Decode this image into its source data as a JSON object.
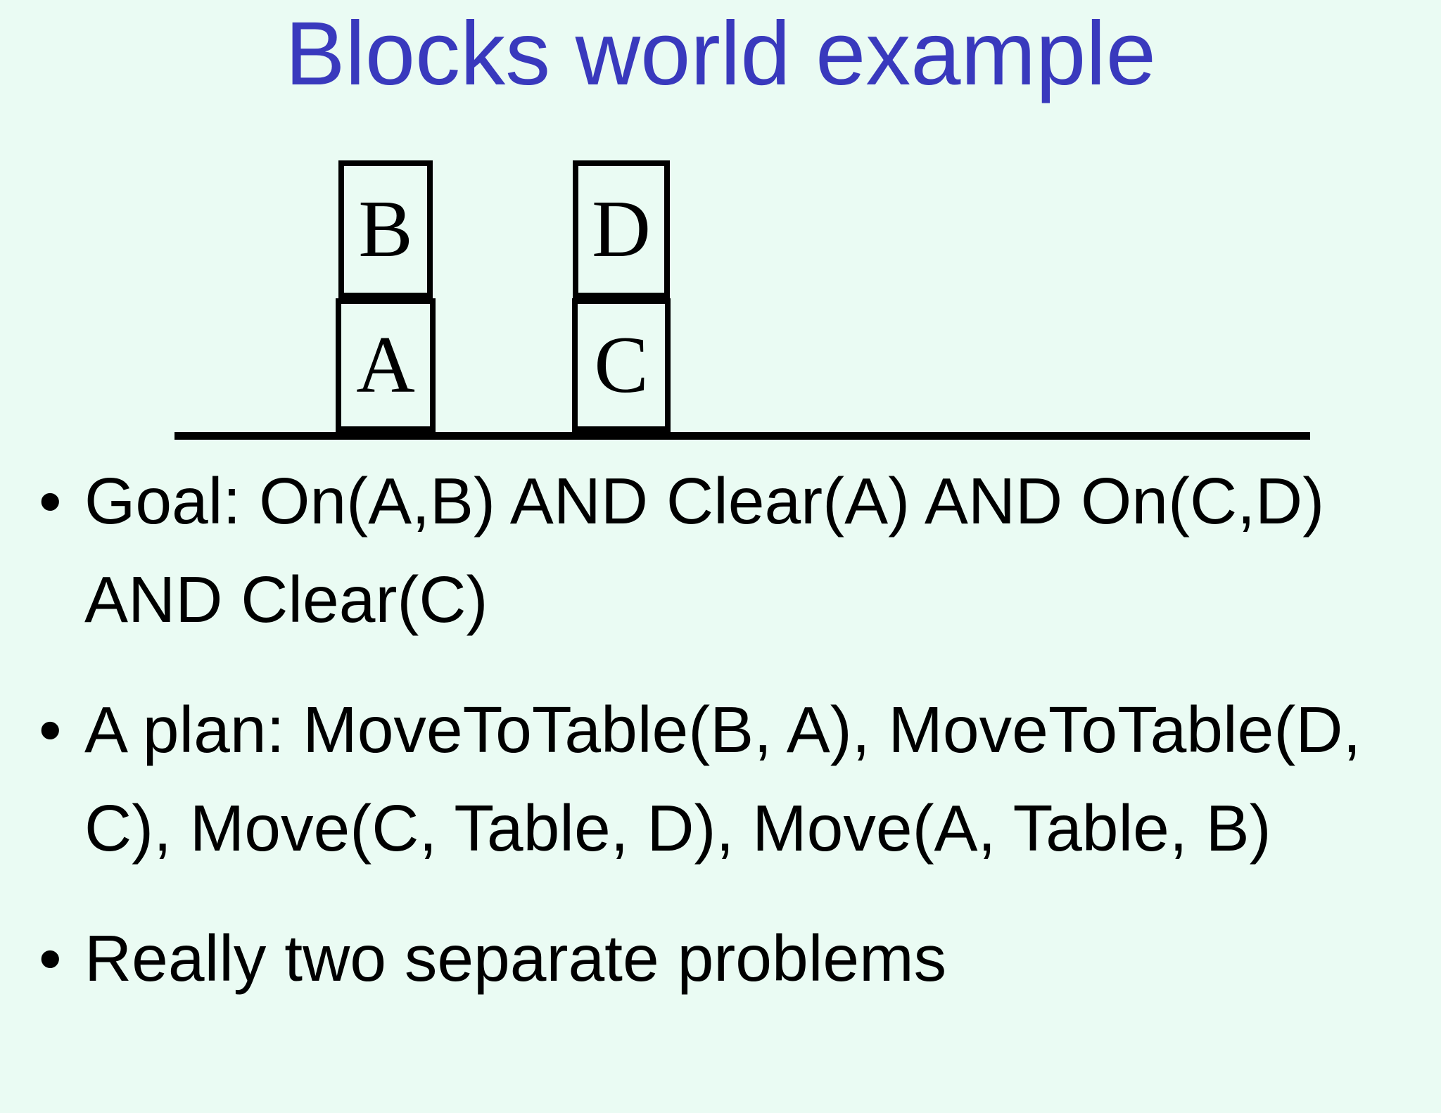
{
  "slide": {
    "title": "Blocks world example"
  },
  "colors": {
    "background": "#eafbf3",
    "title_blue": "#3939bd",
    "text_black": "#000000",
    "line_black": "#000000"
  },
  "diagram": {
    "stacks": [
      {
        "top_block": {
          "label": "B"
        },
        "bottom_block": {
          "label": "A"
        }
      },
      {
        "top_block": {
          "label": "D"
        },
        "bottom_block": {
          "label": "C"
        }
      }
    ]
  },
  "bullets": {
    "glyph": "•",
    "items": [
      {
        "lines": [
          "Goal: On(A,B) AND Clear(A) AND On(C,D)",
          "AND Clear(C)"
        ]
      },
      {
        "lines": [
          "A plan: MoveToTable(B, A), MoveToTable(D,",
          "C), Move(C, Table, D), Move(A, Table, B)"
        ]
      },
      {
        "lines": [
          "Really two separate problems"
        ]
      }
    ]
  }
}
